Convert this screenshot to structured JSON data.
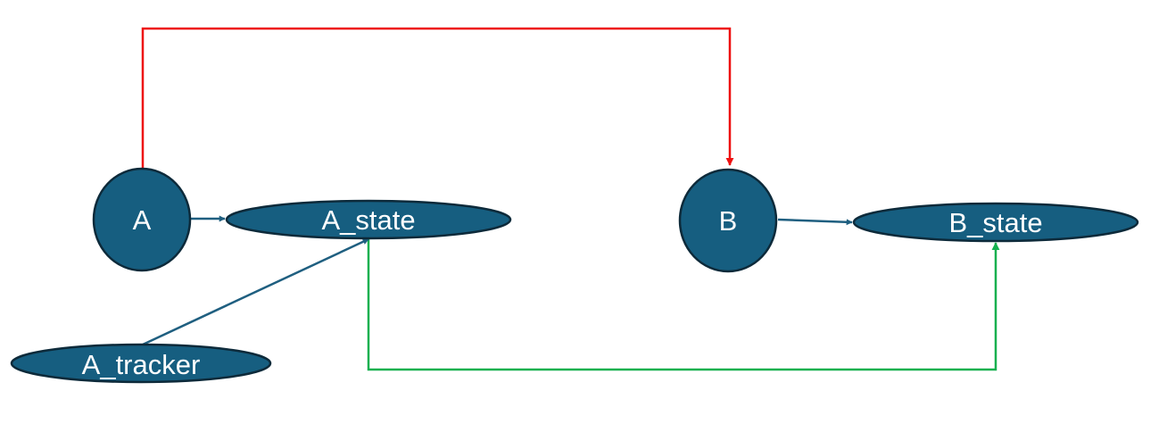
{
  "nodes": {
    "A": {
      "label": "A",
      "shape": "circle"
    },
    "A_state": {
      "label": "A_state",
      "shape": "ellipse"
    },
    "A_tracker": {
      "label": "A_tracker",
      "shape": "ellipse"
    },
    "B": {
      "label": "B",
      "shape": "circle"
    },
    "B_state": {
      "label": "B_state",
      "shape": "ellipse"
    }
  },
  "edges": [
    {
      "from": "A",
      "to": "A_state",
      "color": "#1f5f80"
    },
    {
      "from": "A_tracker",
      "to": "A_state",
      "color": "#1f5f80"
    },
    {
      "from": "B",
      "to": "B_state",
      "color": "#1f5f80"
    },
    {
      "from": "A",
      "to": "B",
      "color": "#ee1111",
      "routing": "orthogonal"
    },
    {
      "from": "A_state",
      "to": "B_state",
      "color": "#13b04f",
      "routing": "orthogonal"
    }
  ],
  "colors": {
    "node_fill": "#165e80",
    "node_stroke": "#0d2a3a",
    "label_text": "#ffffff",
    "edge_default": "#1f5f80",
    "edge_red": "#ee1111",
    "edge_green": "#13b04f"
  }
}
